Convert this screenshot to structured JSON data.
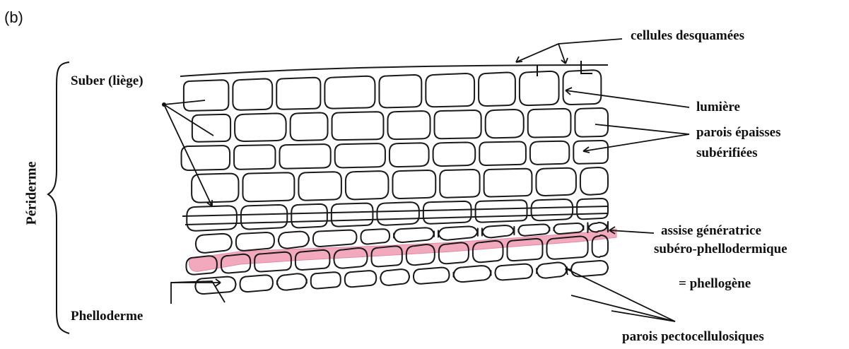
{
  "panel_letter": "(b)",
  "labels": {
    "cellules_desquamees": "cellules desquamées",
    "suber": "Suber (liège)",
    "lumiere": "lumière",
    "parois_epaisses_1": "parois épaisses",
    "parois_epaisses_2": "subérifiées",
    "periderme": "Périderme",
    "assise_1": "assise génératrice",
    "assise_2": "subéro-phellodermique",
    "phellogene": "= phellogène",
    "phelloderme": "Phelloderme",
    "parois_pecto": "parois pectocellulosiques"
  },
  "colors": {
    "phellogen_band": "#f2a9bd",
    "ink": "#111111",
    "background": "#ffffff"
  }
}
